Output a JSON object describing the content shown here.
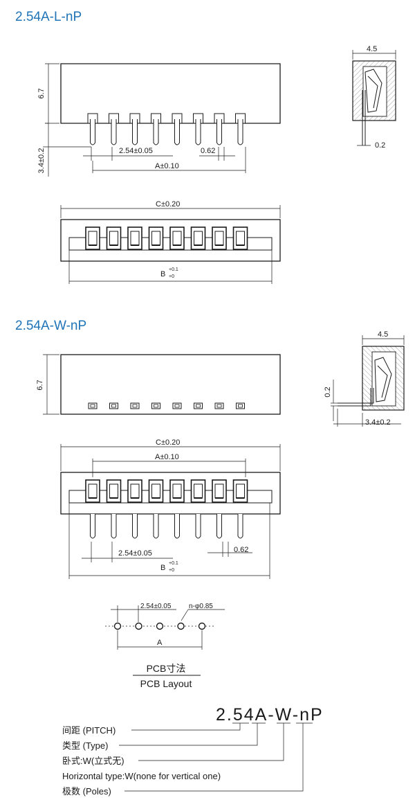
{
  "sections": {
    "vertical_title": "2.54A-L-nP",
    "horizontal_title": "2.54A-W-nP"
  },
  "dims": {
    "pitch": "2.54±0.05",
    "pitch_pcb": "2.54±0.05",
    "pin_width": "0.62",
    "a": "A±0.10",
    "c": "C±0.20",
    "b": "B",
    "b_plus": "+0.1",
    "b_zero": "+0",
    "height": "6.7",
    "pin_len": "3.4±0.2",
    "depth": "4.5",
    "thickness": "0.2",
    "hole": "n-φ0.85",
    "a_short": "A"
  },
  "pcb": {
    "label_cn": "PCB寸法",
    "label_en": "PCB Layout"
  },
  "part_code": "2.54A-W-nP",
  "legend": [
    "间距 (PITCH)",
    "类型 (Type)",
    "卧式:W(立式无)",
    "Horizontal type:W(none for vertical one)",
    "极数 (Poles)"
  ],
  "colors": {
    "title": "#1f73b7",
    "line": "#1a1a1a",
    "hatch": "#8a8a8a"
  },
  "pin_count": 8
}
